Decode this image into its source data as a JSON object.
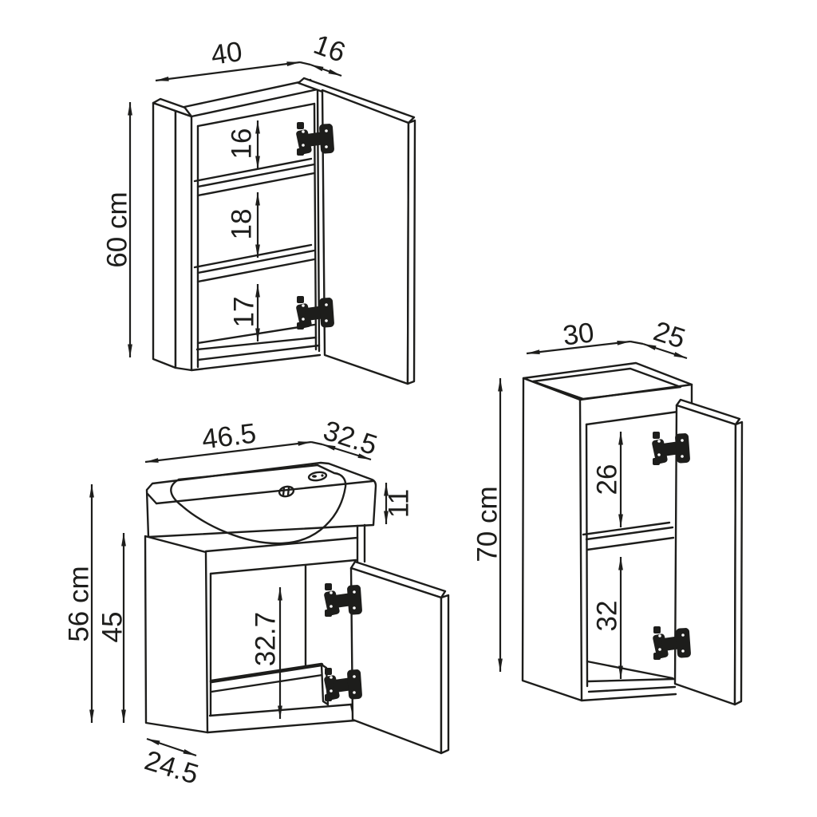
{
  "colors": {
    "line_color": "#1d1d1b",
    "background": "#ffffff"
  },
  "cabinets": {
    "mirror": {
      "width": "40",
      "depth": "16",
      "height": "60 cm",
      "compartment_heights": [
        "16",
        "18",
        "17"
      ]
    },
    "vanity": {
      "width": "46.5",
      "depth": "32.5",
      "height": "56 cm",
      "interior_height": "45",
      "basin_height": "11",
      "compartment_height": "32.7",
      "bottom_depth": "24.5"
    },
    "side": {
      "width": "30",
      "depth": "25",
      "height": "70 cm",
      "compartment_heights": [
        "26",
        "32"
      ]
    }
  }
}
